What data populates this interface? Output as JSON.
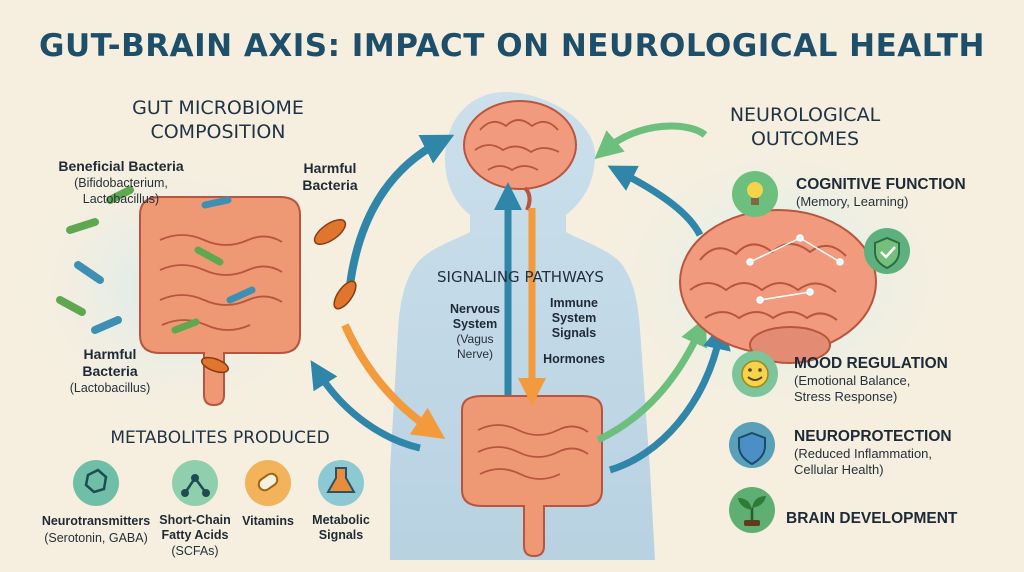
{
  "title": "GUT-BRAIN AXIS: IMPACT ON NEUROLOGICAL HEALTH",
  "left": {
    "heading_line1": "GUT MICROBIOME",
    "heading_line2": "COMPOSITION",
    "beneficial": {
      "title": "Beneficial Bacteria",
      "sub1": "(Bifidobacterium,",
      "sub2": "Lactobacillus)"
    },
    "harmful_top": {
      "line1": "Harmful",
      "line2": "Bacteria"
    },
    "harmful_bottom": {
      "line1": "Harmful",
      "line2": "Bacteria",
      "sub": "(Lactobacillus)"
    }
  },
  "metabolites": {
    "heading": "METABOLITES PRODUCED",
    "items": [
      {
        "title1": "Neurotransmitters",
        "title2": "",
        "sub": "(Serotonin, GABA)",
        "icon": "molecule-ring-icon"
      },
      {
        "title1": "Short-Chain",
        "title2": "Fatty Acids",
        "sub": "(SCFAs)",
        "icon": "molecule-chain-icon"
      },
      {
        "title1": "Vitamins",
        "title2": "",
        "sub": "",
        "icon": "capsule-icon"
      },
      {
        "title1": "Metabolic",
        "title2": "Signals",
        "sub": "",
        "icon": "flask-icon"
      }
    ]
  },
  "center": {
    "heading": "SIGNALING PATHWAYS",
    "nervous": {
      "line1": "Nervous",
      "line2": "System",
      "sub1": "(Vagus",
      "sub2": "Nerve)"
    },
    "immune": {
      "line1": "Immune",
      "line2": "System",
      "line3": "Signals"
    },
    "hormones": "Hormones"
  },
  "right": {
    "heading_line1": "NEUROLOGICAL",
    "heading_line2": "OUTCOMES",
    "outcomes": [
      {
        "title": "COGNITIVE FUNCTION",
        "sub1": "(Memory, Learning)",
        "sub2": "",
        "icon": "lightbulb-icon"
      },
      {
        "title": "MOOD REGULATION",
        "sub1": "(Emotional Balance,",
        "sub2": "Stress Response)",
        "icon": "smiley-icon"
      },
      {
        "title": "NEUROPROTECTION",
        "sub1": "(Reduced Inflammation,",
        "sub2": "Cellular Health)",
        "icon": "shield-icon"
      },
      {
        "title": "BRAIN DEVELOPMENT",
        "sub1": "",
        "sub2": "",
        "icon": "sprout-icon"
      }
    ]
  },
  "colors": {
    "title": "#1d4e6a",
    "arrow_blue": "#2f86a9",
    "arrow_orange": "#f29a3c",
    "arrow_green": "#6cbf7d",
    "brain": "#f29a7d",
    "gut": "#ef9874",
    "silhouette": "#bcd6e6"
  }
}
